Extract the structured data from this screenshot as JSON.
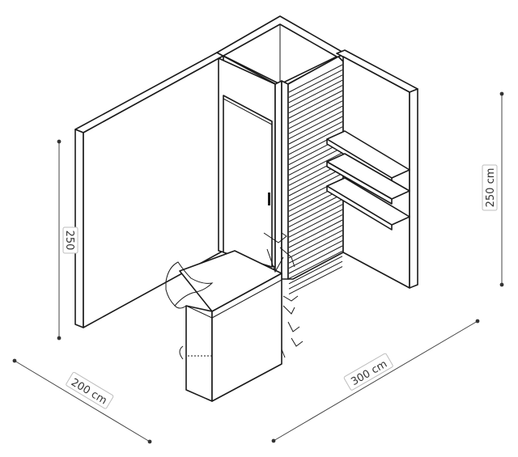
{
  "dimensions": {
    "width_label": "200 cm",
    "length_label": "300 cm",
    "height_label_right": "250 cm",
    "height_label_left": "250"
  },
  "colors": {
    "line": "#1a1a1a",
    "panel": "#ffffff",
    "label_border": "#bdbdbd"
  }
}
